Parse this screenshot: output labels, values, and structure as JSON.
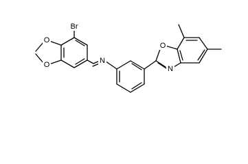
{
  "molecule": {
    "atoms": {
      "bromine": "Br",
      "dioxole_oxygen_top": "O",
      "dioxole_oxygen_bottom": "O",
      "imine_nitrogen": "N",
      "oxazole_oxygen": "O",
      "oxazole_nitrogen": "N"
    }
  }
}
